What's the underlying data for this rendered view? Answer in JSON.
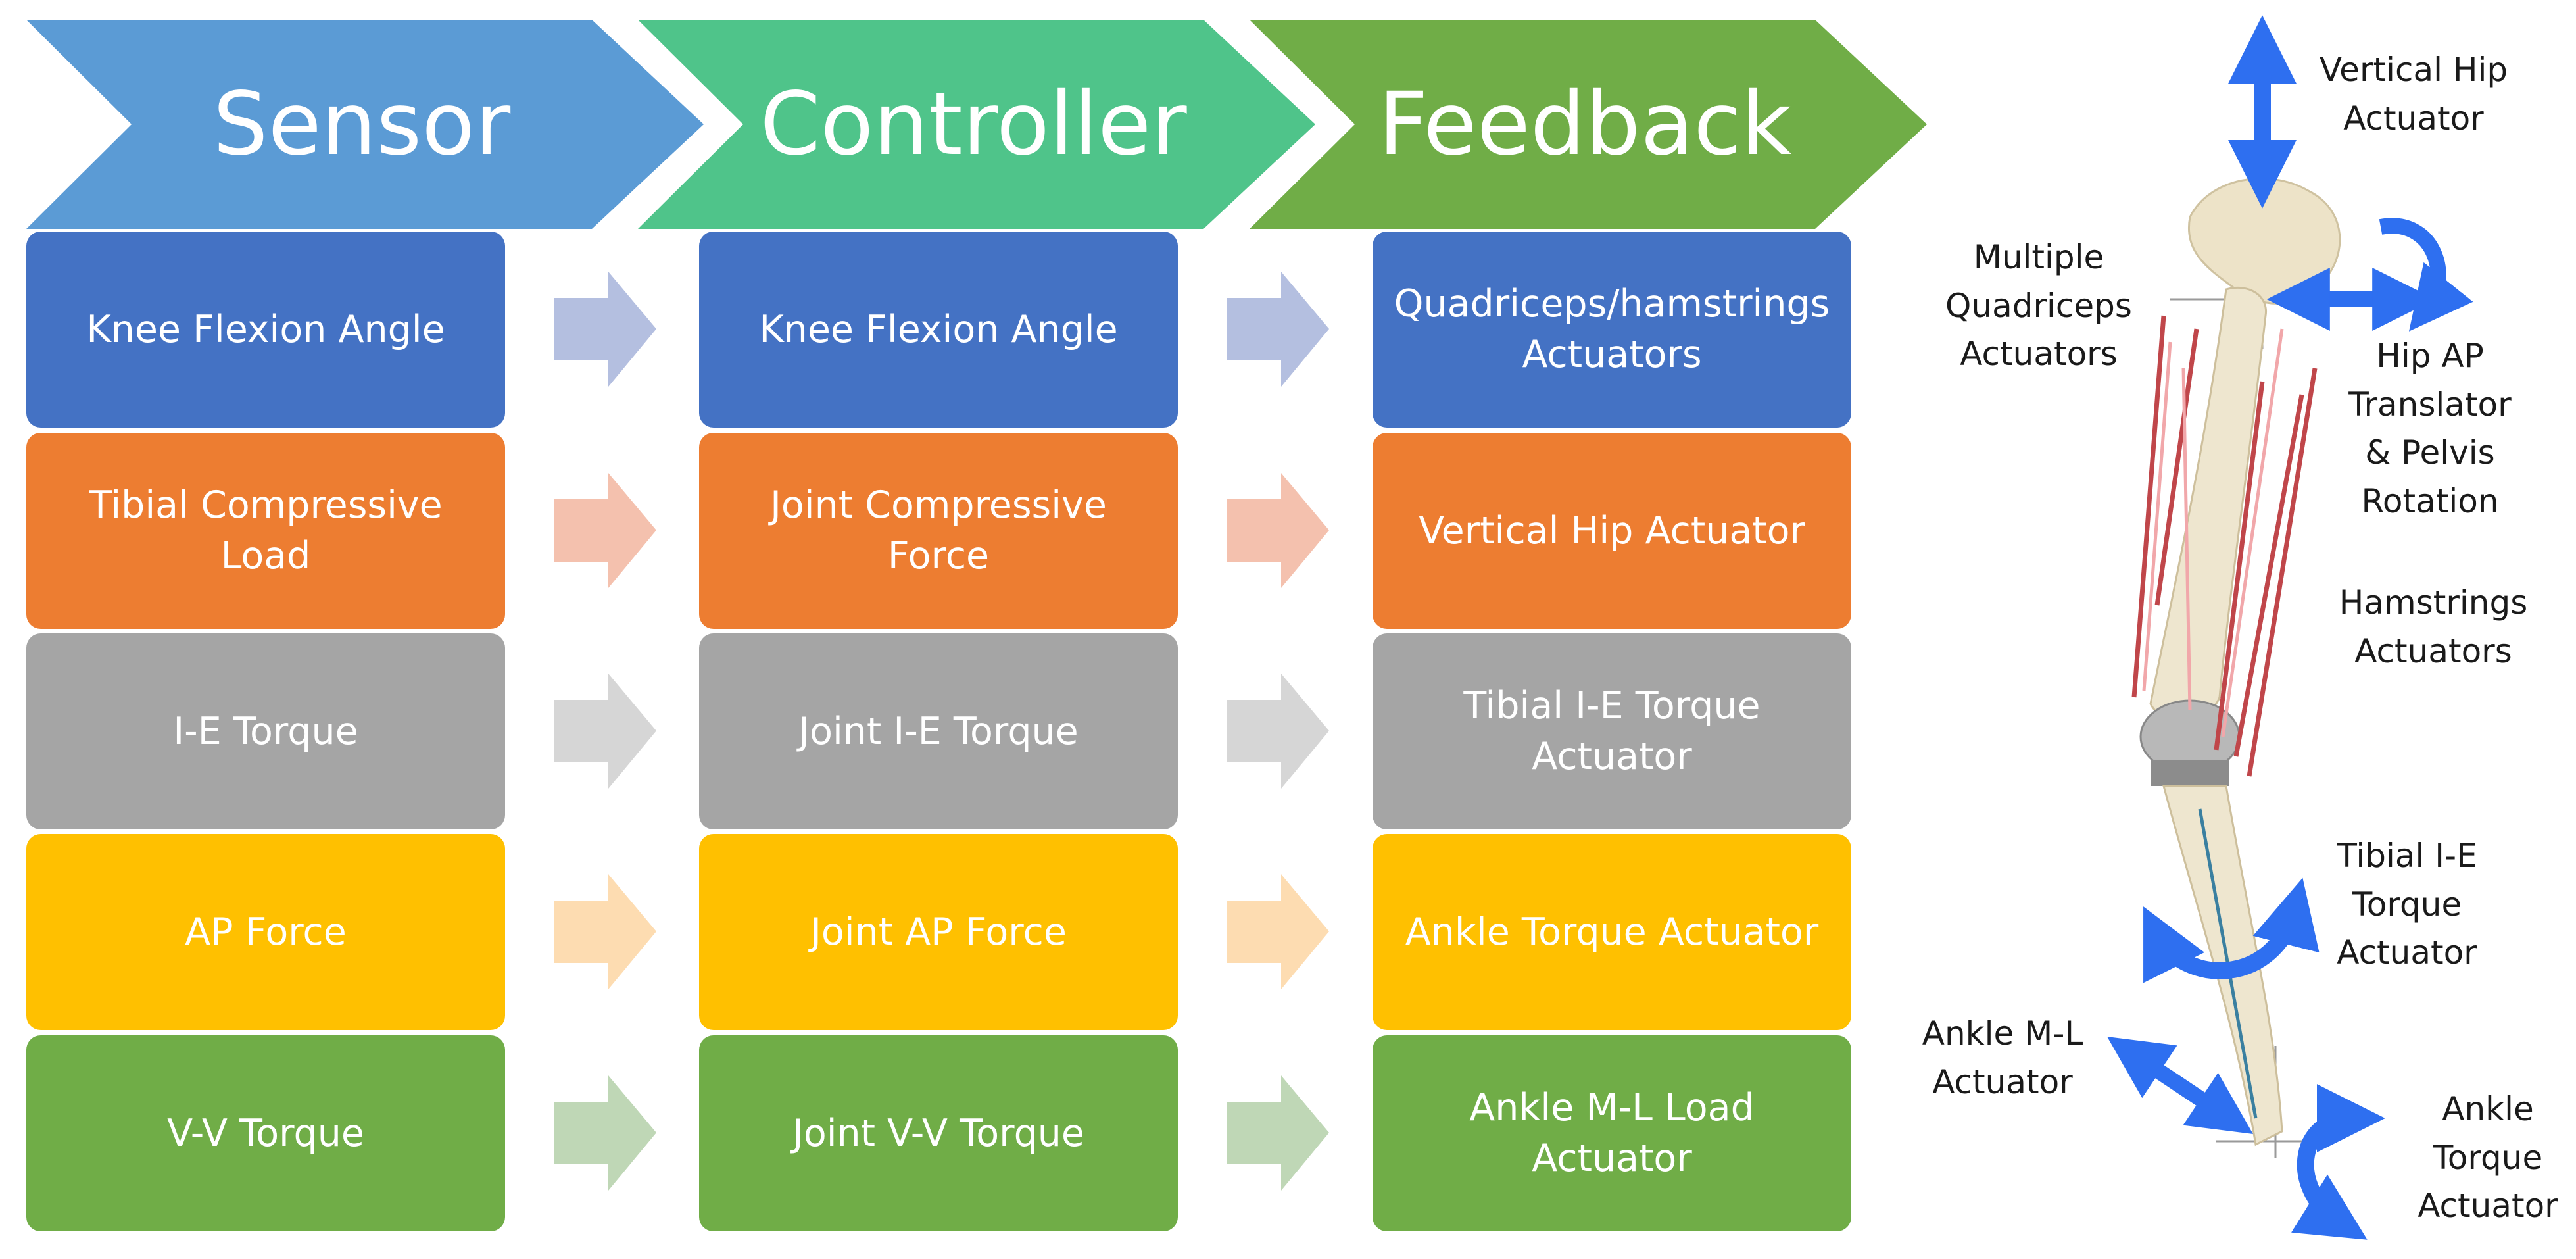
{
  "stages": [
    {
      "label": "Sensor",
      "color": "#5b9bd5"
    },
    {
      "label": "Controller",
      "color": "#4fc48a"
    },
    {
      "label": "Feedback",
      "color": "#70ad47"
    }
  ],
  "rows": [
    {
      "sensor": "Knee Flexion Angle",
      "controller": "Knee Flexion Angle",
      "feedback": "Quadriceps/hamstrings\nActuators",
      "color": "#4472c4",
      "arrow_color": "#b4bfe0"
    },
    {
      "sensor": "Tibial Compressive\nLoad",
      "controller": "Joint Compressive\nForce",
      "feedback": "Vertical Hip Actuator",
      "color": "#ed7d31",
      "arrow_color": "#f4c1ae"
    },
    {
      "sensor": "I-E Torque",
      "controller": "Joint I-E Torque",
      "feedback": "Tibial I-E Torque\nActuator",
      "color": "#a5a5a5",
      "arrow_color": "#d6d6d6"
    },
    {
      "sensor": "AP Force",
      "controller": "Joint AP Force",
      "feedback": "Ankle Torque Actuator",
      "color": "#ffc000",
      "arrow_color": "#fddcb1"
    },
    {
      "sensor": "V-V Torque",
      "controller": "Joint V-V Torque",
      "feedback": "Ankle M-L Load\nActuator",
      "color": "#70ad47",
      "arrow_color": "#bfd7b6"
    }
  ],
  "leg_labels": {
    "vertical_hip": "Vertical Hip\nActuator",
    "multiple_quadriceps": "Multiple\nQuadriceps\nActuators",
    "hip_ap": "Hip AP\nTranslator\n& Pelvis\nRotation",
    "hamstrings": "Hamstrings\nActuators",
    "tibial_ie": "Tibial I-E\nTorque\nActuator",
    "ankle_ml": "Ankle M-L\nActuator",
    "ankle_torque": "Ankle\nTorque\nActuator"
  },
  "colors": {
    "actuator_arrow": "#2e6ff0",
    "bone": "#ede3c8",
    "muscle": "#c0464a"
  }
}
